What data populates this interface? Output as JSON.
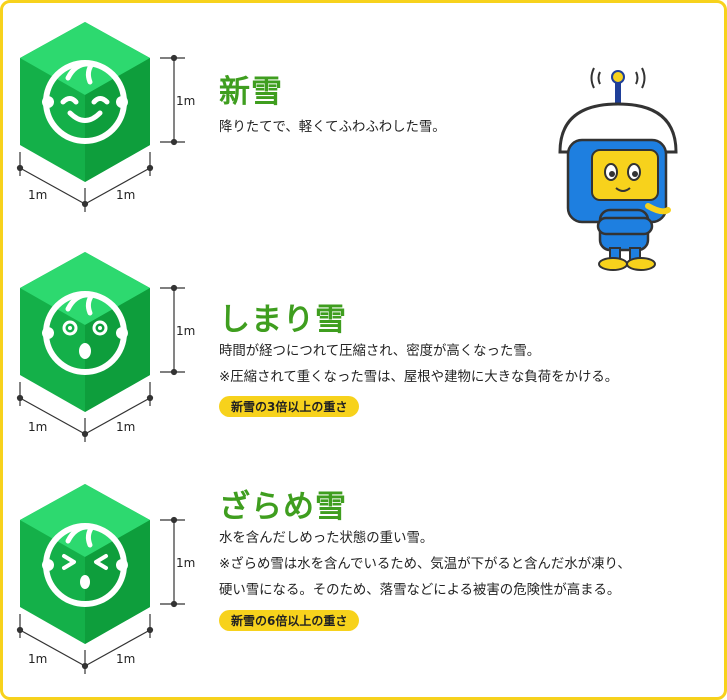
{
  "dimension_unit": "1m",
  "snow_types": [
    {
      "title": "新雪",
      "lines": [
        "降りたてで、軽くてふわふわした雪。"
      ],
      "badge": ""
    },
    {
      "title": "しまり雪",
      "lines": [
        "時間が経つにつれて圧縮され、密度が高くなった雪。",
        "※圧縮されて重くなった雪は、屋根や建物に大きな負荷をかける。"
      ],
      "badge": "新雪の3倍以上の重さ"
    },
    {
      "title": "ざらめ雪",
      "lines": [
        "水を含んだしめった状態の重い雪。",
        "※ざらめ雪は水を含んでいるため、気温が下がると含んだ水が凍り、",
        "硬い雪になる。そのため、落雪などによる被害の危険性が高まる。"
      ],
      "badge": "新雪の6倍以上の重さ"
    }
  ],
  "colors": {
    "frame": "#f7d21c",
    "cube_top": "#2dd96f",
    "cube_left": "#19b84f",
    "cube_right": "#0e9e3c",
    "title": "#3f9e1f",
    "badge": "#f7d21c"
  }
}
